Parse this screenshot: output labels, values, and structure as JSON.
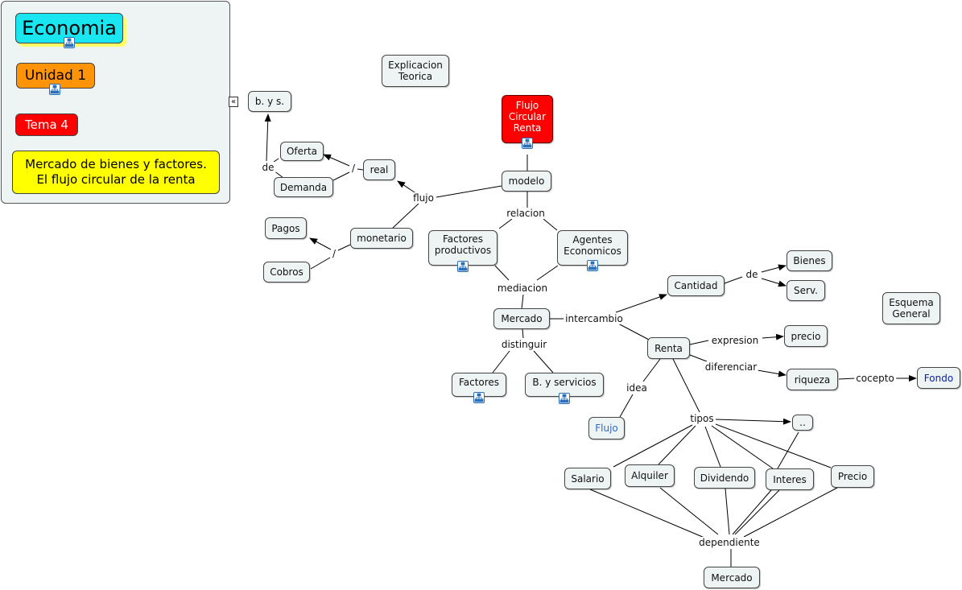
{
  "panel": {
    "title": "Economia",
    "unit": "Unidad 1",
    "topic": "Tema 4",
    "subject_line1": "Mercado de bienes y factores.",
    "subject_line2": "El flujo circular de la renta",
    "collapse_glyph": "«"
  },
  "colors": {
    "title_bg": "#19e6f0",
    "unit_bg": "#ff9408",
    "topic_bg": "#ff0000",
    "subject_bg": "#ffff00",
    "node_bg": "#eef3f4",
    "accent_red": "#ff0000"
  },
  "nodes": {
    "explicacion_line1": "Explicacion",
    "explicacion_line2": "Teorica",
    "flujo_circular_line1": "Flujo",
    "flujo_circular_line2": "Circular",
    "flujo_circular_line3": "Renta",
    "bys": "b. y s.",
    "oferta": "Oferta",
    "demanda": "Demanda",
    "real": "real",
    "modelo": "modelo",
    "pagos": "Pagos",
    "cobros": "Cobros",
    "monetario": "monetario",
    "factores_productivos_line1": "Factores",
    "factores_productivos_line2": "productivos",
    "agentes_line1": "Agentes",
    "agentes_line2": "Economicos",
    "mercado": "Mercado",
    "factores": "Factores",
    "byservicios": "B. y servicios",
    "cantidad": "Cantidad",
    "bienes": "Bienes",
    "serv": "Serv.",
    "esquema_line1": "Esquema",
    "esquema_line2": "General",
    "renta": "Renta",
    "precio": "precio",
    "riqueza": "riqueza",
    "fondo": "Fondo",
    "flujo": "Flujo",
    "dots": "..",
    "salario": "Salario",
    "alquiler": "Alquiler",
    "dividendo": "Dividendo",
    "interes": "Interes",
    "precio2": "Precio",
    "mercado2": "Mercado"
  },
  "links": {
    "de": "de",
    "slash1": "/",
    "flujo": "flujo",
    "slash2": "/",
    "relacion": "relacion",
    "mediacion": "mediacion",
    "intercambio": "intercambio",
    "distinguir": "distinguir",
    "de2": "de",
    "expresion": "expresion",
    "diferenciar": "diferenciar",
    "cocepto": "cocepto",
    "idea": "idea",
    "tipos": "tipos",
    "dependiente": "dependiente"
  },
  "icons": {
    "concept_map": "concept-map-icon",
    "arrowhead": "arrowhead-icon",
    "collapse": "collapse-icon"
  }
}
